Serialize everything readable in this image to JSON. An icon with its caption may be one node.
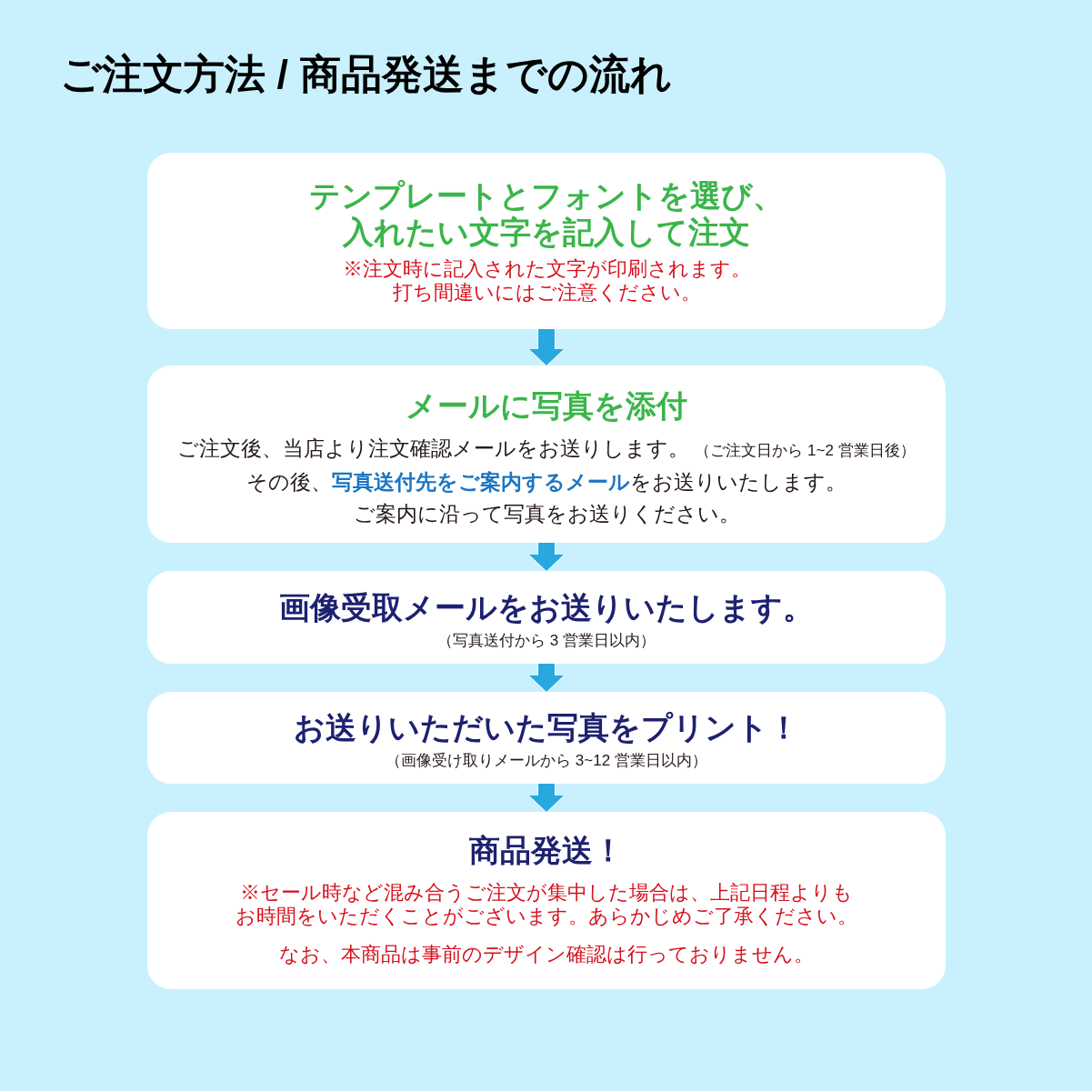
{
  "diagram": {
    "title": "ご注文方法 / 商品発送までの流れ",
    "nodes": [
      {
        "text": [
          "テンプレートとフォントを選び、入れたい文字を記入して注文",
          "※注文時に記入された文字が印刷されます。打ち間違いにはご注意ください。"
        ]
      },
      {
        "text": [
          "メールに写真を添付",
          "ご注文後、当店より注文確認メールをお送りします。",
          "（ご注文日から 1~2 営業日後）",
          "その後、**写真送付先をご案内するメール**をお送りいたします。",
          "ご案内に沿って写真をお送りください。"
        ]
      },
      {
        "text": [
          "画像受取メールをお送りいたします。",
          "（写真送付から 3 営業日以内）"
        ]
      },
      {
        "text": [
          "お送りいただいた写真をプリント！",
          "（画像受け取りメールから 3~12 営業日以内）"
        ]
      },
      {
        "text": [
          "商品発送！",
          "※セール時など混み合うご注文が集中した場合は、上記日程よりもお時間をいただくことがございます。あらかじめご了承ください。",
          "なお、本商品は事前のデザイン確認は行っておりません。"
        ]
      }
    ],
    "edges": [
      {
        "from": 0,
        "to": 1,
        "arrow": "to"
      },
      {
        "from": 1,
        "to": 2,
        "arrow": "to"
      },
      {
        "from": 2,
        "to": 3,
        "arrow": "to"
      },
      {
        "from": 3,
        "to": 4,
        "arrow": "to"
      }
    ]
  }
}
